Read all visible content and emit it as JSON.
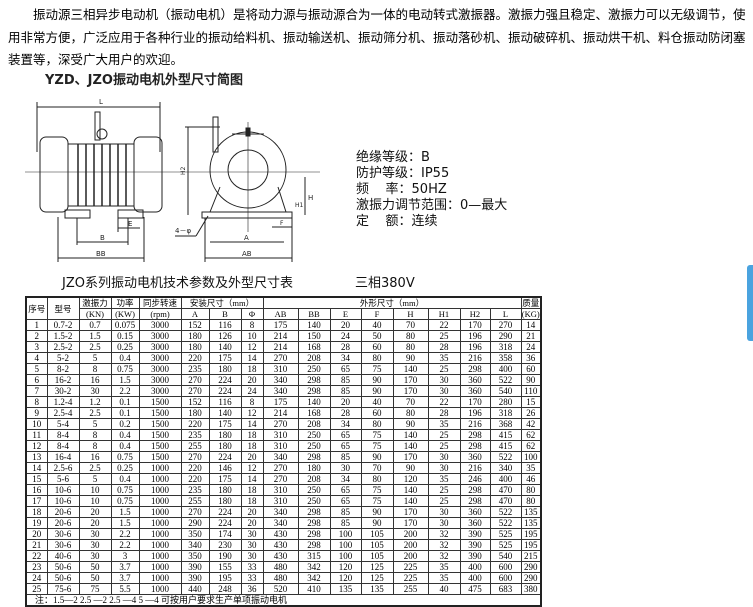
{
  "intro": {
    "paragraph": "振动源三相异步电动机（振动电机）是将动力源与振动源合为一体的电动转式激振器。激振力强且稳定、激振力可以无级调节，使用非常方便，广泛应用于各种行业的振动给料机、振动输送机、振动筛分机、振动落砂机、振动破碎机、振动烘干机、料仓振动防闭塞装置等，深受广大用户的欢迎。"
  },
  "figure": {
    "title": "YZD、JZO振动电机外型尺寸简图",
    "dim_labels": {
      "L": "L",
      "B": "B",
      "BB": "BB",
      "E": "E",
      "A": "A",
      "AB": "AB",
      "F": "F",
      "H": "H",
      "H1": "H1",
      "H2": "H2",
      "hole": "4－φ"
    },
    "specs": [
      "绝缘等级：B",
      "防护等级：IP55",
      "频    率：50HZ",
      "激振力调节范围：0—最大",
      "定    额：连续"
    ]
  },
  "table": {
    "title": "JZO系列振动电机技术参数及外型尺寸表",
    "phase": "三相380V",
    "header_group": {
      "install": "安装尺寸（mm）",
      "outline": "外形尺寸（mm）"
    },
    "headers": {
      "no": "序号",
      "model": "型号",
      "force": "激振力",
      "force_unit": "(KN)",
      "power": "功率",
      "power_unit": "(KW)",
      "speed": "同步转速",
      "speed_unit": "(rpm)",
      "A": "A",
      "B": "B",
      "phi": "Φ",
      "AB": "AB",
      "BB": "BB",
      "E": "E",
      "F": "F",
      "H": "H",
      "H1": "H1",
      "H2": "H2",
      "L": "L",
      "mass": "质量",
      "mass_unit": "(KG)"
    },
    "rows": [
      [
        "1",
        "0.7-2",
        "0.7",
        "0.075",
        "3000",
        "152",
        "116",
        "8",
        "175",
        "140",
        "20",
        "40",
        "70",
        "22",
        "170",
        "270",
        "14"
      ],
      [
        "2",
        "1.5-2",
        "1.5",
        "0.15",
        "3000",
        "180",
        "126",
        "10",
        "214",
        "150",
        "24",
        "50",
        "80",
        "25",
        "196",
        "290",
        "21"
      ],
      [
        "3",
        "2.5-2",
        "2.5",
        "0.25",
        "3000",
        "180",
        "140",
        "12",
        "214",
        "168",
        "28",
        "60",
        "80",
        "28",
        "196",
        "318",
        "24"
      ],
      [
        "4",
        "5-2",
        "5",
        "0.4",
        "3000",
        "220",
        "175",
        "14",
        "270",
        "208",
        "34",
        "80",
        "90",
        "35",
        "216",
        "358",
        "36"
      ],
      [
        "5",
        "8-2",
        "8",
        "0.75",
        "3000",
        "235",
        "180",
        "18",
        "310",
        "250",
        "65",
        "75",
        "140",
        "25",
        "298",
        "400",
        "60"
      ],
      [
        "6",
        "16-2",
        "16",
        "1.5",
        "3000",
        "270",
        "224",
        "20",
        "340",
        "298",
        "85",
        "90",
        "170",
        "30",
        "360",
        "522",
        "90"
      ],
      [
        "7",
        "30-2",
        "30",
        "2.2",
        "3000",
        "270",
        "224",
        "24",
        "340",
        "298",
        "85",
        "90",
        "170",
        "30",
        "360",
        "540",
        "110"
      ],
      [
        "8",
        "1.2-4",
        "1.2",
        "0.1",
        "1500",
        "152",
        "116",
        "8",
        "175",
        "140",
        "20",
        "40",
        "70",
        "22",
        "170",
        "280",
        "15"
      ],
      [
        "9",
        "2.5-4",
        "2.5",
        "0.1",
        "1500",
        "180",
        "140",
        "12",
        "214",
        "168",
        "28",
        "60",
        "80",
        "28",
        "196",
        "318",
        "26"
      ],
      [
        "10",
        "5-4",
        "5",
        "0.2",
        "1500",
        "220",
        "175",
        "14",
        "270",
        "208",
        "34",
        "80",
        "90",
        "35",
        "216",
        "368",
        "42"
      ],
      [
        "11",
        "8-4",
        "8",
        "0.4",
        "1500",
        "235",
        "180",
        "18",
        "310",
        "250",
        "65",
        "75",
        "140",
        "25",
        "298",
        "415",
        "62"
      ],
      [
        "12",
        "8-4",
        "8",
        "0.4",
        "1500",
        "255",
        "180",
        "18",
        "310",
        "250",
        "65",
        "75",
        "140",
        "25",
        "298",
        "415",
        "62"
      ],
      [
        "13",
        "16-4",
        "16",
        "0.75",
        "1500",
        "270",
        "224",
        "20",
        "340",
        "298",
        "85",
        "90",
        "170",
        "30",
        "360",
        "522",
        "100"
      ],
      [
        "14",
        "2.5-6",
        "2.5",
        "0.25",
        "1000",
        "220",
        "146",
        "12",
        "270",
        "180",
        "30",
        "70",
        "90",
        "30",
        "216",
        "340",
        "35"
      ],
      [
        "15",
        "5-6",
        "5",
        "0.4",
        "1000",
        "220",
        "175",
        "14",
        "270",
        "208",
        "34",
        "80",
        "120",
        "35",
        "246",
        "400",
        "46"
      ],
      [
        "16",
        "10-6",
        "10",
        "0.75",
        "1000",
        "235",
        "180",
        "18",
        "310",
        "250",
        "65",
        "75",
        "140",
        "25",
        "298",
        "470",
        "80"
      ],
      [
        "17",
        "10-6",
        "10",
        "0.75",
        "1000",
        "255",
        "180",
        "18",
        "310",
        "250",
        "65",
        "75",
        "140",
        "25",
        "298",
        "470",
        "80"
      ],
      [
        "18",
        "20-6",
        "20",
        "1.5",
        "1000",
        "270",
        "224",
        "20",
        "340",
        "298",
        "85",
        "90",
        "170",
        "30",
        "360",
        "522",
        "135"
      ],
      [
        "19",
        "20-6",
        "20",
        "1.5",
        "1000",
        "290",
        "224",
        "20",
        "340",
        "298",
        "85",
        "90",
        "170",
        "30",
        "360",
        "522",
        "135"
      ],
      [
        "20",
        "30-6",
        "30",
        "2.2",
        "1000",
        "350",
        "174",
        "30",
        "430",
        "298",
        "100",
        "105",
        "200",
        "32",
        "390",
        "525",
        "195"
      ],
      [
        "21",
        "30-6",
        "30",
        "2.2",
        "1000",
        "340",
        "230",
        "30",
        "430",
        "298",
        "100",
        "105",
        "200",
        "32",
        "390",
        "525",
        "195"
      ],
      [
        "22",
        "40-6",
        "30",
        "3",
        "1000",
        "350",
        "190",
        "30",
        "430",
        "315",
        "100",
        "105",
        "200",
        "32",
        "390",
        "540",
        "215"
      ],
      [
        "23",
        "50-6",
        "50",
        "3.7",
        "1000",
        "390",
        "155",
        "33",
        "480",
        "342",
        "120",
        "125",
        "225",
        "35",
        "400",
        "600",
        "290"
      ],
      [
        "24",
        "50-6",
        "50",
        "3.7",
        "1000",
        "390",
        "195",
        "33",
        "480",
        "342",
        "120",
        "125",
        "225",
        "35",
        "400",
        "600",
        "290"
      ],
      [
        "25",
        "75-6",
        "75",
        "5.5",
        "1000",
        "440",
        "248",
        "36",
        "520",
        "410",
        "135",
        "135",
        "255",
        "40",
        "475",
        "683",
        "380"
      ]
    ],
    "note": "注：1.5—2  2.5 —2  2.5 —4  5 —4 可按用户要求生产单项振动电机"
  }
}
